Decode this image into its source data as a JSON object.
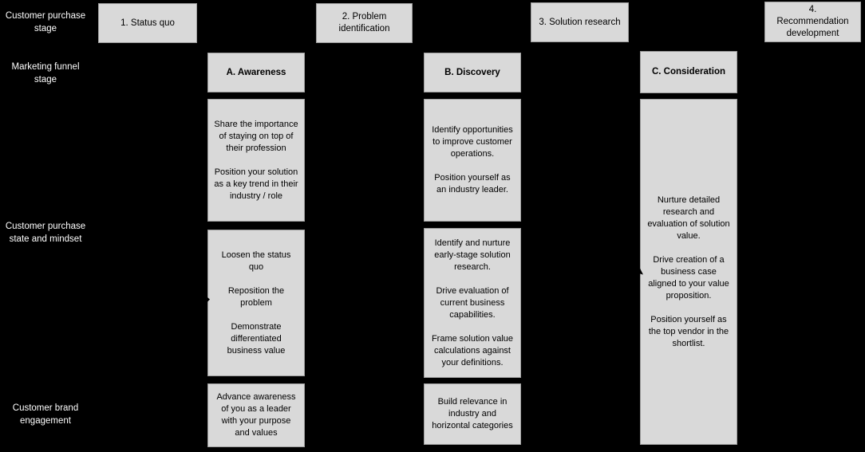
{
  "colors": {
    "background": "#000000",
    "box_fill": "#d9d9d9",
    "box_border": "#9e9e9e",
    "box_text": "#000000",
    "label_text": "#ffffff"
  },
  "left_labels": {
    "purchase_stage": "Customer purchase stage",
    "funnel_stage": "Marketing funnel stage",
    "state_mindset": "Customer purchase state and mindset",
    "brand_engagement": "Customer brand engagement"
  },
  "purchase_stages": [
    {
      "label": "1. Status quo"
    },
    {
      "label": "2. Problem identification"
    },
    {
      "label": "3. Solution research"
    },
    {
      "label": "4.\nRecommendation development"
    }
  ],
  "funnel_stages": [
    {
      "label": "A. Awareness"
    },
    {
      "label": "B. Discovery"
    },
    {
      "label": "C. Consideration"
    }
  ],
  "mindset_boxes": [
    {
      "column": "A",
      "text": "Share the importance of staying on top of their profession\n\nPosition your solution as a key trend in their industry / role"
    },
    {
      "column": "A",
      "text": "Loosen the status quo\n\nReposition the problem\n\nDemonstrate differentiated business value"
    },
    {
      "column": "B",
      "text": "Identify opportunities to improve customer operations.\n\nPosition yourself as an industry leader."
    },
    {
      "column": "B",
      "text": "Identify and nurture early-stage solution research.\n\nDrive evaluation of current business capabilities.\n\nFrame solution value calculations against your definitions."
    },
    {
      "column": "C",
      "text": "Nurture detailed research and evaluation of solution value.\n\nDrive creation of a business case aligned to your value proposition.\n\nPosition yourself as the top vendor in the shortlist."
    }
  ],
  "engagement_boxes": [
    {
      "column": "A",
      "text": "Advance awareness of you as a leader with your purpose and values"
    },
    {
      "column": "B",
      "text": "Build relevance in industry and horizontal categories"
    }
  ]
}
